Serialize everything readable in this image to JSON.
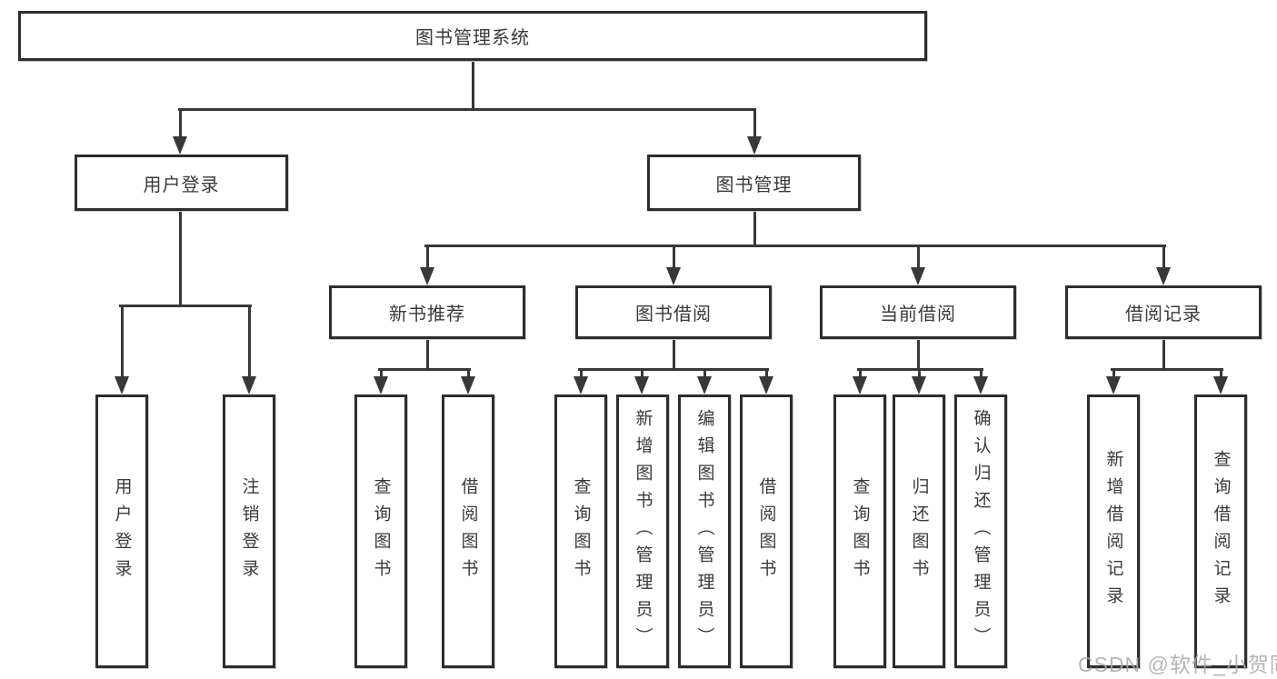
{
  "diagram": {
    "root_label": "图书管理系统",
    "branches": [
      {
        "label": "用户登录",
        "children": [
          "用户登录",
          "注销登录"
        ]
      },
      {
        "label": "图书管理",
        "sub_branches": [
          {
            "label": "新书推荐",
            "children": [
              "查询图书",
              "借阅图书"
            ]
          },
          {
            "label": "图书借阅",
            "children": [
              "查询图书",
              "新增图书（管理员）",
              "编辑图书（管理员）",
              "借阅图书"
            ]
          },
          {
            "label": "当前借阅",
            "children": [
              "查询图书",
              "归还图书",
              "确认归还（管理员）"
            ]
          },
          {
            "label": "借阅记录",
            "children": [
              "新增借阅记录",
              "查询借阅记录"
            ]
          }
        ]
      }
    ]
  },
  "watermark": {
    "text": "CSDN @软件_小贺同学"
  },
  "colors": {
    "background": "#ffffff",
    "box_border": "#2d2d2d",
    "line": "#383838",
    "text": "#3a3a3a",
    "watermark": "#a9a9a9"
  }
}
